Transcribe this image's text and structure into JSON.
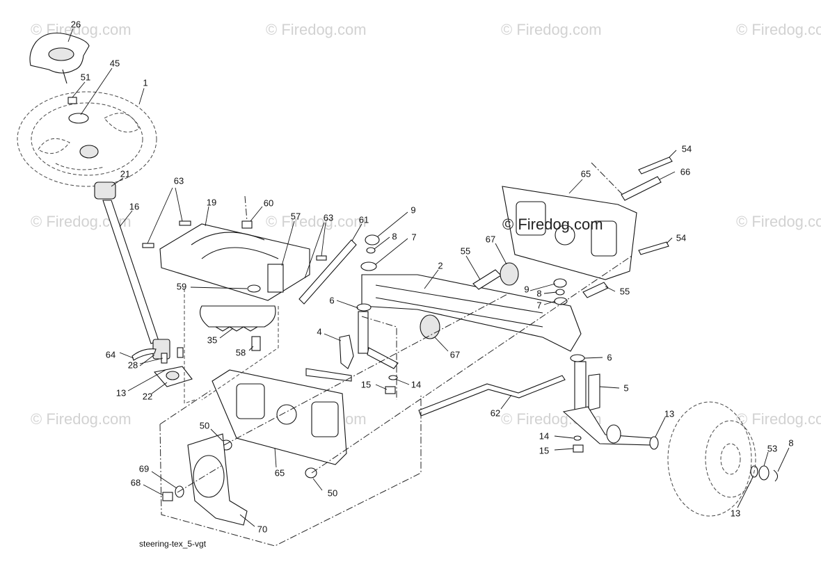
{
  "watermark": "© Firedog.com",
  "caption": "steering-tex_5-vgt",
  "callouts": [
    "26",
    "45",
    "51",
    "1",
    "21",
    "16",
    "63",
    "19",
    "60",
    "57",
    "63",
    "61",
    "9",
    "8",
    "7",
    "2",
    "55",
    "67",
    "65",
    "54",
    "66",
    "54",
    "9",
    "8",
    "7",
    "55",
    "59",
    "6",
    "4",
    "35",
    "58",
    "67",
    "6",
    "5",
    "64",
    "28",
    "13",
    "22",
    "15",
    "14",
    "62",
    "13",
    "14",
    "15",
    "53",
    "8",
    "50",
    "65",
    "69",
    "68",
    "50",
    "70",
    "13"
  ]
}
